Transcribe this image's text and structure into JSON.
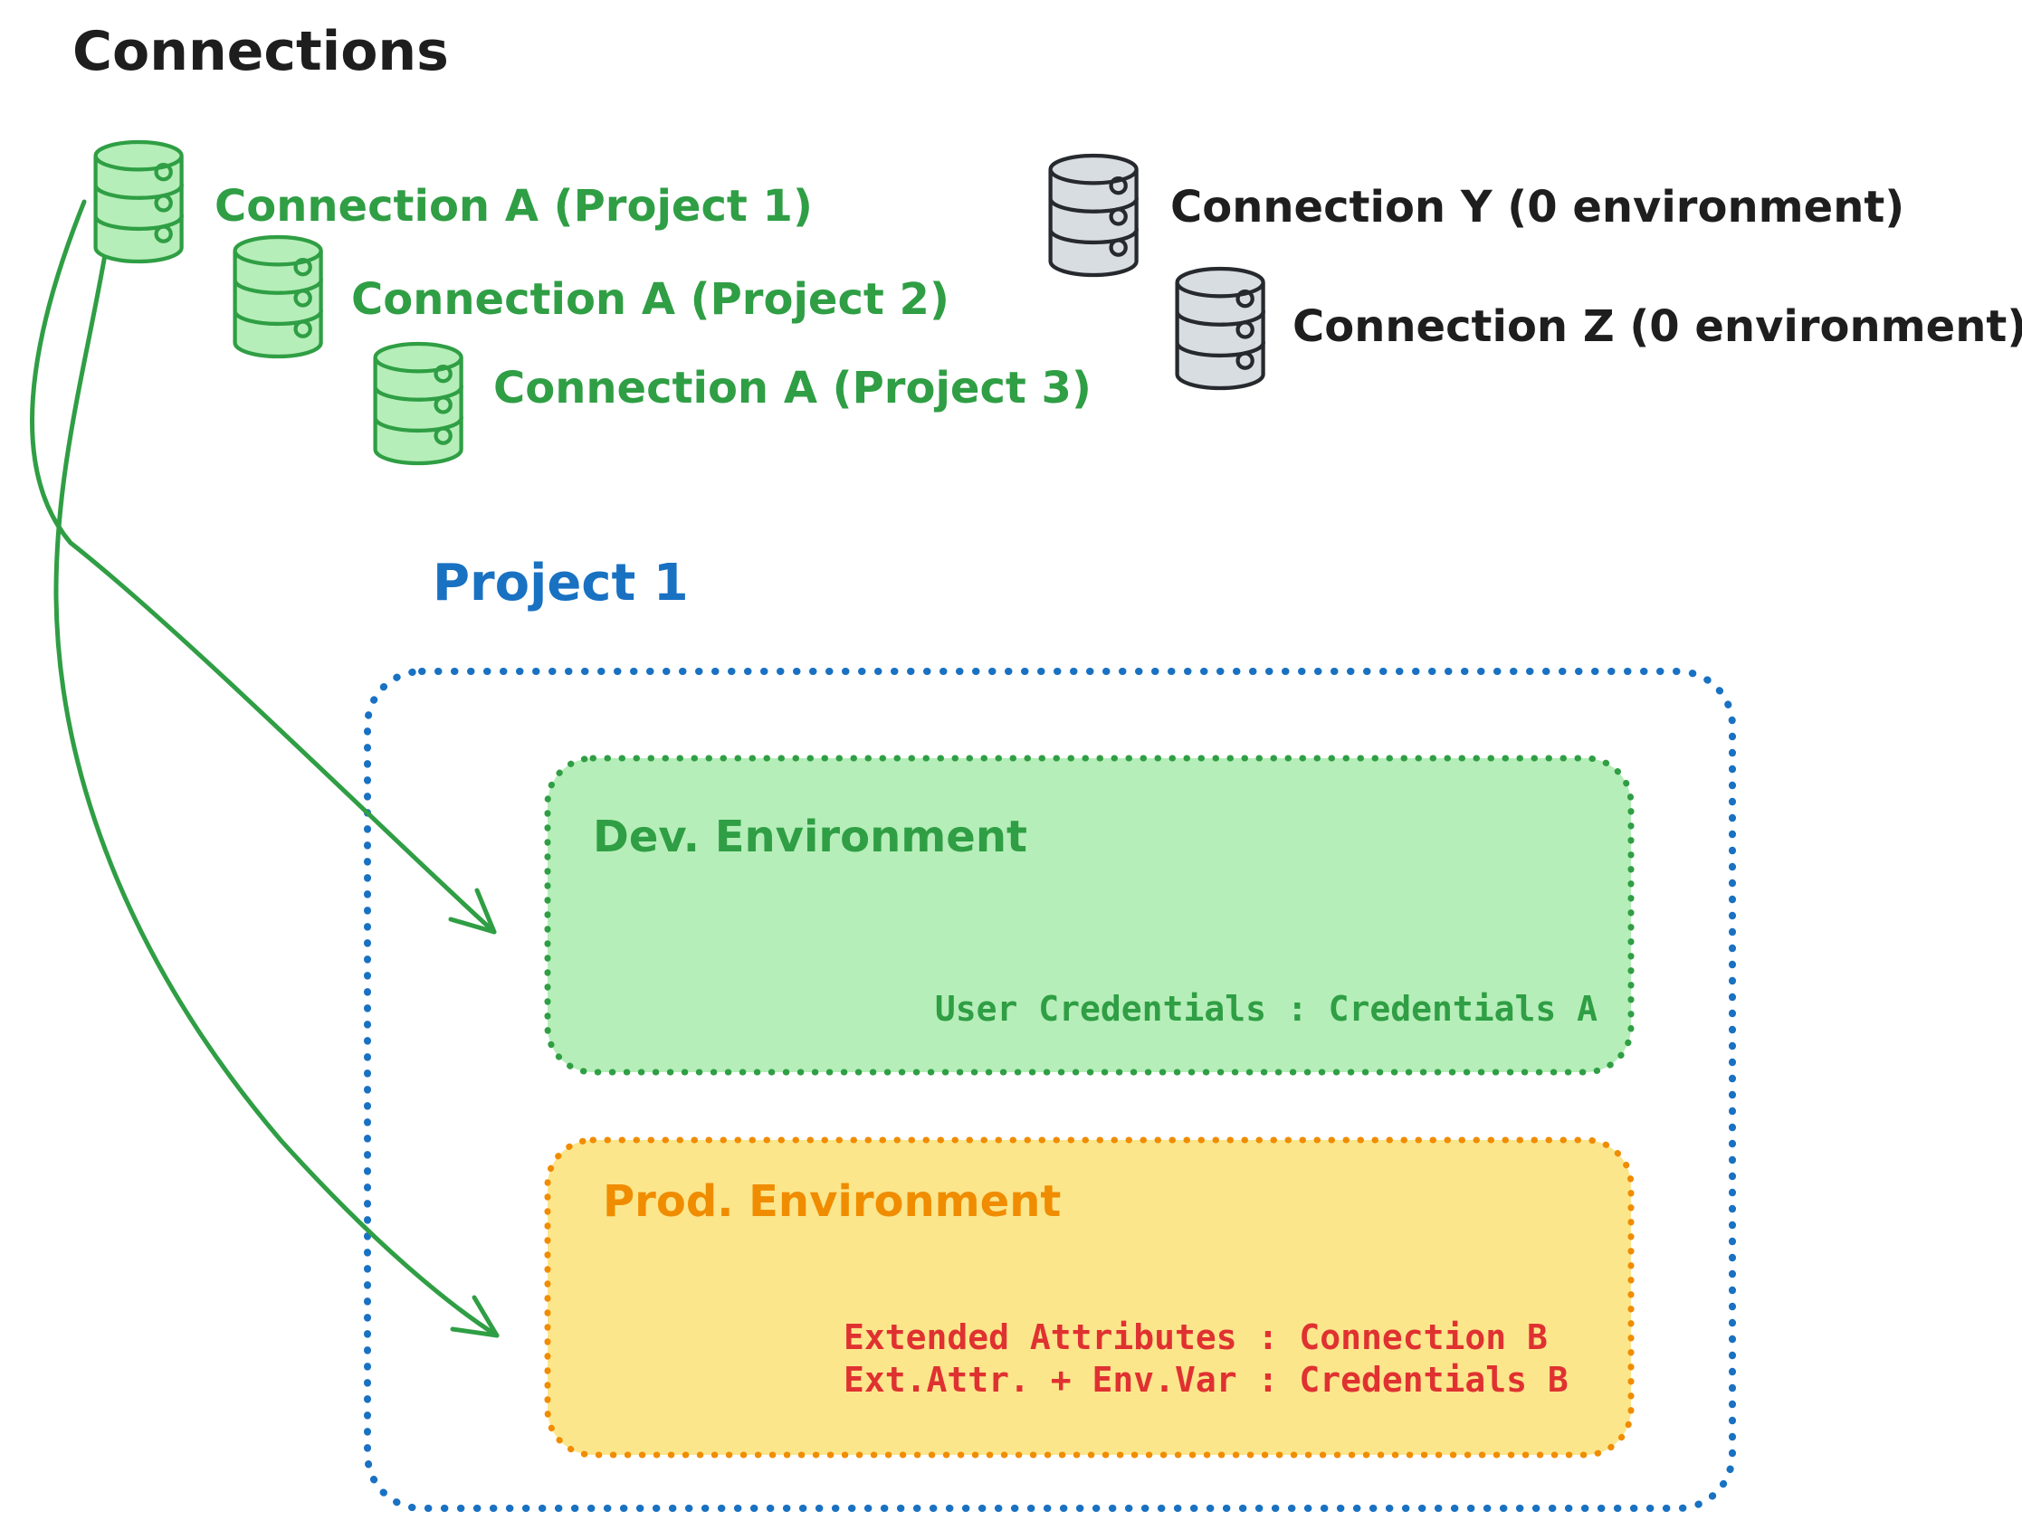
{
  "title": "Connections",
  "colors": {
    "ink": "#1e1e1e",
    "green": "#2f9e44",
    "green_fill": "#b5eeb8",
    "blue": "#1971c2",
    "orange": "#f08c00",
    "yellow_fill": "#fce68c",
    "red": "#e03131",
    "gray_stroke": "#26292d",
    "gray_fill": "#d8dde2"
  },
  "connections": {
    "green": [
      {
        "label": "Connection A (Project 1)",
        "icon": "database-icon"
      },
      {
        "label": "Connection A (Project 2)",
        "icon": "database-icon"
      },
      {
        "label": "Connection A (Project 3)",
        "icon": "database-icon"
      }
    ],
    "gray": [
      {
        "label": "Connection Y (0 environment)",
        "icon": "database-icon"
      },
      {
        "label": "Connection Z (0 environment)",
        "icon": "database-icon"
      }
    ]
  },
  "project": {
    "title": "Project 1",
    "environments": [
      {
        "name": "Dev. Environment",
        "credentials": [
          "User Credentials : Credentials A"
        ]
      },
      {
        "name": "Prod. Environment",
        "credentials": [
          "Extended Attributes : Connection B",
          "Ext.Attr. + Env.Var : Credentials B"
        ]
      }
    ]
  }
}
